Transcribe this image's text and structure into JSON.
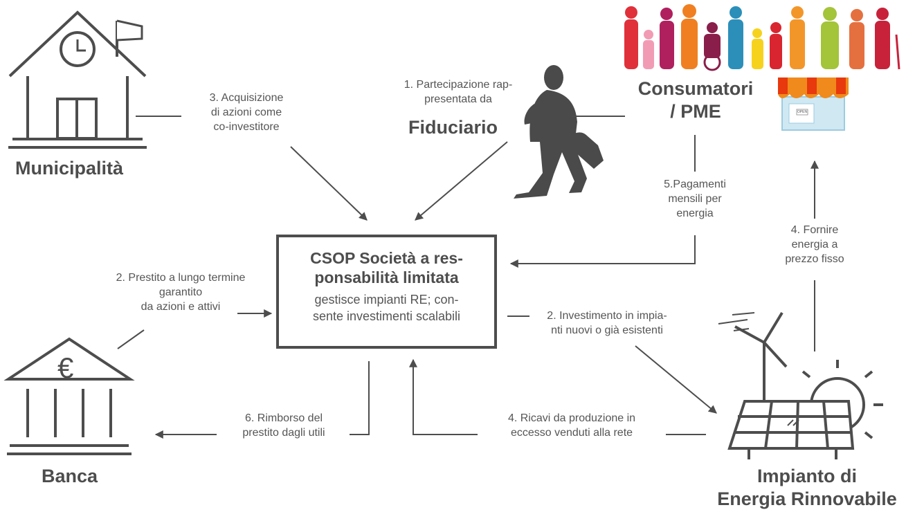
{
  "nodes": {
    "municipality": "Municipalità",
    "bank": "Banca",
    "trustee": "Fiduciario",
    "consumers": [
      "Consumatori",
      "/ PME"
    ],
    "plant": [
      "Impianto di",
      "Energia Rinnovabile"
    ],
    "csop": {
      "title": [
        "CSOP Società a res-",
        "ponsabilità limitata"
      ],
      "description": [
        "gestisce impianti RE; con-",
        "sente investimenti scalabili"
      ]
    },
    "bank_symbol": "€",
    "shop_sign": "OPEN"
  },
  "flows": {
    "acquisition": [
      "3. Acquisizione",
      "di azioni come",
      "co-investitore"
    ],
    "participation": [
      "1. Partecipazione rap-",
      "presentata da"
    ],
    "loan": [
      "2. Prestito a lungo termine",
      "garantito",
      "da azioni e attivi"
    ],
    "payments": [
      "5.Pagamenti",
      "mensili per",
      "energia"
    ],
    "supply": [
      "4. Fornire",
      "energia a",
      "prezzo fisso"
    ],
    "investment": [
      "2. Investimento in impia-",
      "nti nuovi o già esistenti"
    ],
    "repayment": [
      "6. Rimborso del",
      "prestito dagli utili"
    ],
    "revenue": [
      "4. Ricavi da produzione in",
      "eccesso venduti alla rete"
    ]
  }
}
